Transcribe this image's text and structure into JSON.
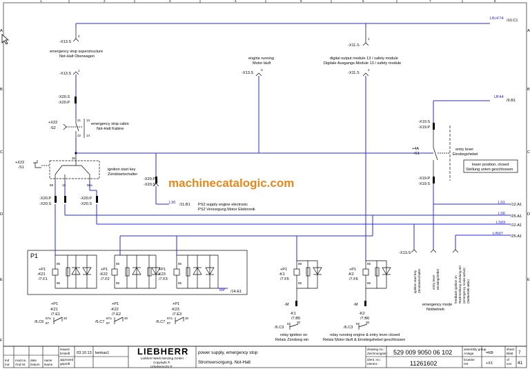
{
  "colors": {
    "wire": "#2a2ae0",
    "watermark": "#e8871a",
    "frame": "#000000"
  },
  "icons": {
    "cursor": "cursor-arrow-icon"
  },
  "border": {
    "columns": [
      "1",
      "2",
      "3",
      "4",
      "5",
      "6",
      "7",
      "8"
    ],
    "rows": [
      "A",
      "B",
      "C",
      "D",
      "E",
      "F"
    ]
  },
  "watermark": "machinecatalogic.com",
  "signals": {
    "lb_f74": "LB>F74",
    "lb_f74_ref": "/10.C1",
    "uf44": "UF44",
    "uf44_ref": "/9.B1",
    "l30": "L30",
    "l30_ref": "/11.B1",
    "ls1": "LS1",
    "ls1_ref": "/12.A1",
    "ls6": "LS6",
    "ls6_ref": "/25.A1",
    "ls03": "LS03",
    "ls03_ref": "/12.A1",
    "lin07": "LIN07",
    "lin07_ref": "/25.A1",
    "mp": "MP",
    "mp_ref": "/14.E1"
  },
  "labels": {
    "x13s_top": "-X13.S",
    "x13s_top_pin": "2",
    "estop_super_en": "emergency stop superstructure",
    "estop_super_de": "Not-Halt Oberwagen",
    "x13s_b": "-X13.S",
    "x13s_b_pin": "1",
    "x20s_1": "-X20.S",
    "x20p_1": "-X20.P",
    "s2": "+X22\n-S2",
    "s2_a": "+X22",
    "s2_b": "-S2",
    "estop_cabin_en": "emergency stop cabin",
    "estop_cabin_de": "Not-Halt Kabine",
    "pins_s2": [
      "21",
      "22",
      "13",
      "14"
    ],
    "s1_a": "+X22",
    "s1_b": "-S1",
    "ign_start_en": "ignition start key",
    "ign_start_de": "Zündstartschalter",
    "ign_pins": [
      "30",
      "58",
      "15",
      "50a"
    ],
    "x20p_2": "-X20.P",
    "x20s_2": "-X20.S",
    "x20p_3": "-X20.P",
    "x20s_3": "-X20.S",
    "x20p_4": "-X20.P",
    "x20s_4": "-X20.S",
    "engine_running_en": "engine running",
    "engine_running_de": "Motor läuft",
    "x13s_mid": "-X13.S",
    "x13s_mid_pin": "3",
    "x11s_top": "-X11.S",
    "x11s_top_pin": "1",
    "dout_en": "digital output module 13 / safety module",
    "dout_de": "Digitale Ausgangs-Module 13 / safety module",
    "x11s_b": "-X11.S",
    "x11s_b_pin": "2",
    "ps2_en": "PS2 supply engine electronic",
    "ps2_de": "PS2 Versorgung Motor Elektronik",
    "x19s_1": "-X19.S",
    "x19p_1": "-X19.P",
    "s1r_a": "+4A",
    "s1r_b": "-S1",
    "entry_lever_en": "entry lever",
    "entry_lever_de": "Einstiegshebel",
    "lower_pos_en": "lower position, closed",
    "lower_pos_de": "Stellung unten geschlossen",
    "x19p_2": "-X19.P",
    "x19s_2": "-X19.S",
    "x13s_r": "-X13.S",
    "ign_start_key_v": "ignition start key",
    "ign_start_key_v2": "Zündstartschalter",
    "entry_lever_v": "entry lever",
    "entry_lever_v2": "Einstiegshebel",
    "feedback_v": "feedback ignition on",
    "feedback_v2": "Rückmeldung Zündung ein",
    "feedback_v3": "(emergency mode active)",
    "feedback_v4": "(Notbetrieb aktiv)",
    "emergency_mode_en": "emergency mode",
    "emergency_mode_de": "Notbetrieb",
    "p1": "P1",
    "relays": [
      {
        "box": "+P1",
        "tag": "-K21",
        "ref": "/7.F1"
      },
      {
        "box": "+P1",
        "tag": "-K22",
        "ref": "/7.F2"
      },
      {
        "box": "+P1",
        "tag": "-K23",
        "ref": "/7.F3"
      }
    ],
    "relay_pins": [
      "86",
      "85"
    ],
    "k1": {
      "box": "+P1",
      "tag": "-K1",
      "ref": "/7.F5"
    },
    "k2": {
      "box": "+P1",
      "tag": "-K2",
      "ref": "/7.F6"
    },
    "m_p1": "-M",
    "m_p2": "-M",
    "k1_ref": "-K1",
    "k1_ref2": "/7.B5",
    "k1_cref": "/6.C3",
    "k1_desc_en": "relay ignition on",
    "k1_desc_de": "Relais Zündung ein",
    "k2_ref": "-K2",
    "k2_ref2": "/7.B6",
    "k2_cref": "/6.C3",
    "k2_desc_en": "relay running engine & entry lever closed",
    "k2_desc_de": "Relais Motor läuft & Einstiegshebel geschlossen",
    "bottom_refs": [
      {
        "box": "+P1",
        "tag": "-K21",
        "ref": "/7.E1",
        "cref": "/6.C6"
      },
      {
        "box": "+P1",
        "tag": "-K22",
        "ref": "/7.E2",
        "cref": "/6.C7"
      },
      {
        "box": "+P1",
        "tag": "-K23",
        "ref": "/7.E3",
        "cref": "/6.C7"
      }
    ],
    "contact_pins": [
      "87a",
      "87",
      "30"
    ]
  },
  "titleblock": {
    "issued": "Issued",
    "issued_de": "Erstellt",
    "approved": "approved",
    "approved_de": "geprüft",
    "date": "03.10.13",
    "author": "lwnkas1",
    "ind": "ind",
    "ind2": "Ind",
    "mod_no": "mod.no.",
    "mod_no2": "Änd.Nr.",
    "col_date": "date",
    "col_date2": "Datum",
    "col_name": "name",
    "col_name2": "Name",
    "brand": "LIEBHERR",
    "company": "Liebherr-Werk Nenzing GmbH",
    "copyright": "Copyright ®",
    "copyright2": "Urheberrecht ®",
    "title_en": "power supply, emergency stop",
    "title_de": "Stromversorgung, Not-Halt",
    "drawing_no": "drawing no.:",
    "drawing_no2": "Zeichnungsnr.:",
    "drawing_val": "529 009 9050 06 102",
    "ident_no": "ident. no.:",
    "ident_no2": "Identnr.:",
    "ident_val": "11261602",
    "assembly": "assembly group",
    "assembly2": "Anlage",
    "assembly_val": "=KB",
    "location": "location",
    "location2": "Ort",
    "location_val": "+X1",
    "sheet": "sheet",
    "sheet2": "Blatt",
    "sheet_val": "7",
    "of": "of",
    "of2": "von",
    "of_val": "41"
  }
}
